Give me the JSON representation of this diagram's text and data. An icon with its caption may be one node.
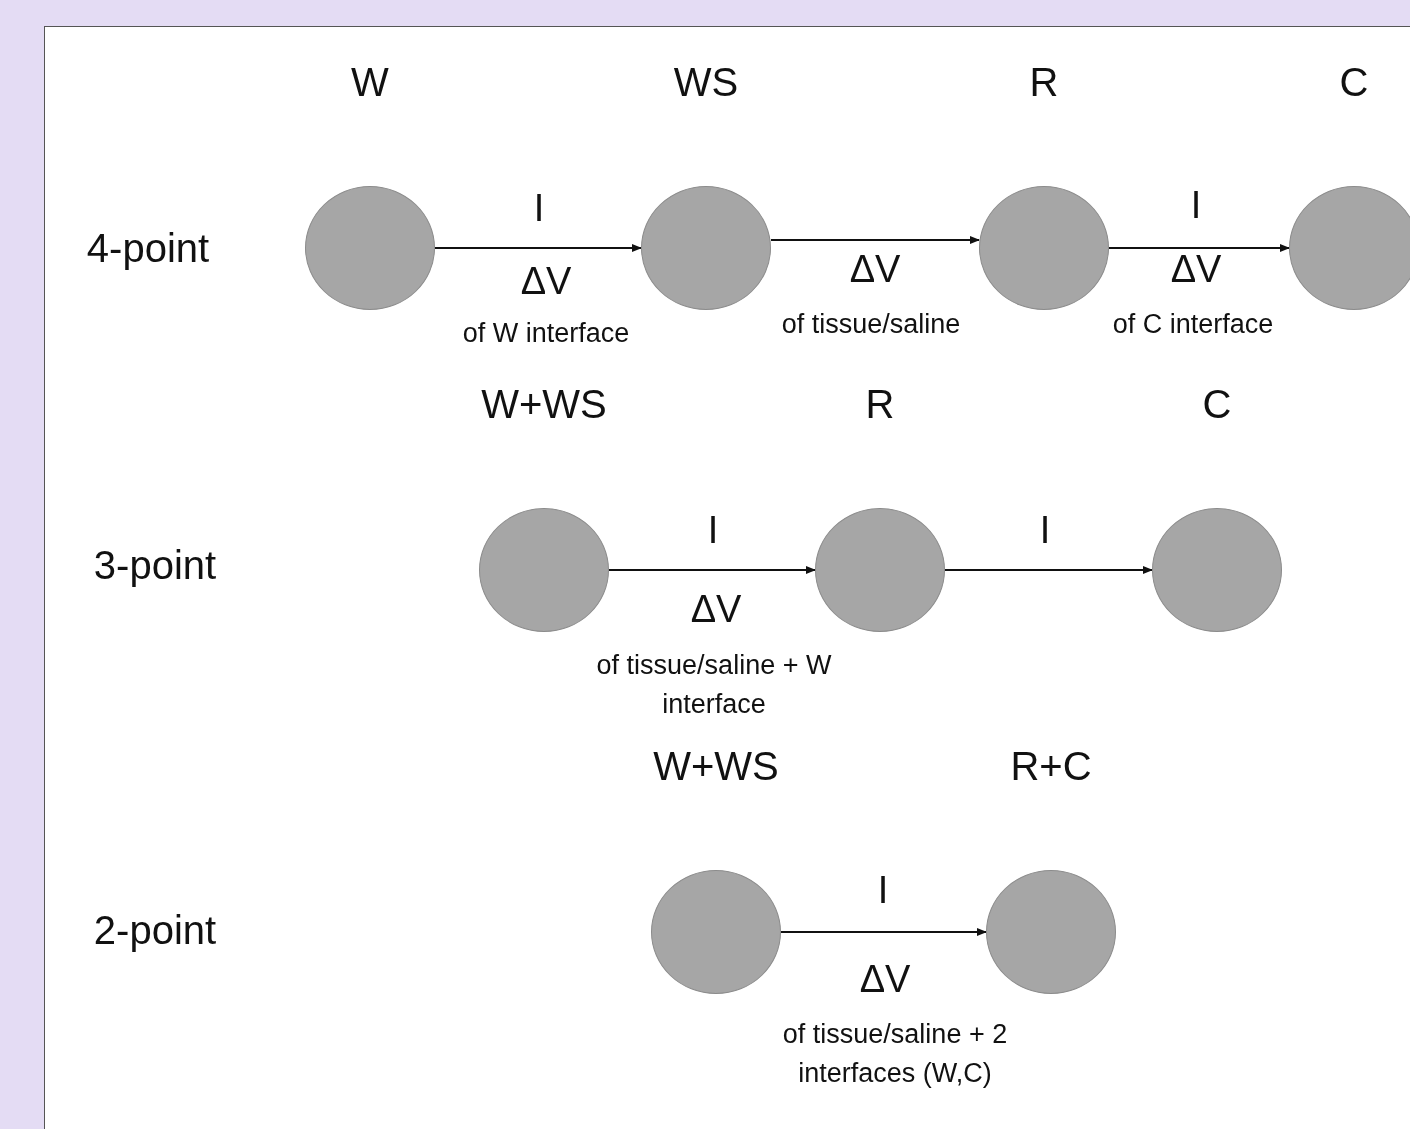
{
  "diagram": {
    "nodes": [
      {
        "text": [
          "W"
        ]
      },
      {
        "text": [
          "WS"
        ]
      },
      {
        "text": [
          "R"
        ]
      },
      {
        "text": [
          "C"
        ]
      },
      {
        "text": [
          "W+WS"
        ]
      },
      {
        "text": [
          "R"
        ]
      },
      {
        "text": [
          "C"
        ]
      },
      {
        "text": [
          "W+WS"
        ]
      },
      {
        "text": [
          "R+C"
        ]
      }
    ],
    "edges": [
      {
        "from": 0,
        "to": 1,
        "arrow": "to",
        "label": "I"
      },
      {
        "from": 1,
        "to": 2,
        "arrow": "to"
      },
      {
        "from": 2,
        "to": 3,
        "arrow": "to",
        "label": "I"
      },
      {
        "from": 4,
        "to": 5,
        "arrow": "to",
        "label": "I"
      },
      {
        "from": 5,
        "to": 6,
        "arrow": "to",
        "label": "I"
      },
      {
        "from": 7,
        "to": 8,
        "arrow": "to",
        "label": "I"
      }
    ],
    "labels": [
      "4-point",
      "ΔV",
      "of W interface",
      "ΔV",
      "of tissue/saline",
      "ΔV",
      "of C interface",
      "3-point",
      "ΔV",
      "of tissue/saline + W interface",
      "2-point",
      "ΔV",
      "of tissue/saline + 2 interfaces (W,C)"
    ]
  }
}
